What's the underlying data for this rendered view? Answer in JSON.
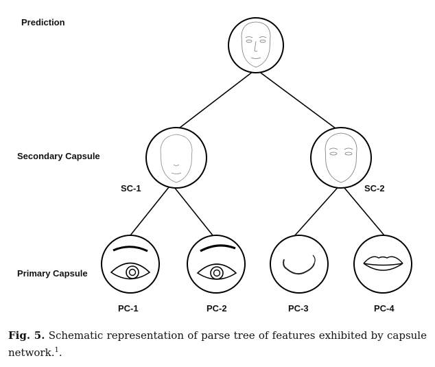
{
  "levels": {
    "prediction": "Prediction",
    "secondary": "Secondary Capsule",
    "primary": "Primary Capsule"
  },
  "nodes": {
    "sc1": "SC-1",
    "sc2": "SC-2",
    "pc1": "PC-1",
    "pc2": "PC-2",
    "pc3": "PC-3",
    "pc4": "PC-4"
  },
  "caption": {
    "fig_label": "Fig. 5.",
    "text": "Schematic representation of parse tree of features exhibited by capsule network.",
    "footnote_mark": "1",
    "end": "."
  }
}
